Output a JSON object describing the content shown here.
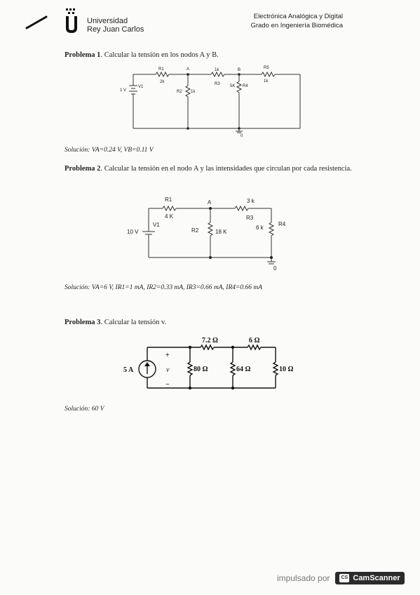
{
  "header": {
    "uni_line1": "Universidad",
    "uni_line2": "Rey Juan Carlos",
    "course_line1": "Electrónica Analógica y Digital",
    "course_line2": "Grado en Ingeniería Biomédica"
  },
  "problems": [
    {
      "label": "Problema 1",
      "text": ". Calcular la tensión en los nodos A y B.",
      "circuit": {
        "r1": "R1",
        "r1_val": "2k",
        "node_a": "A",
        "r_mid_val": "1k",
        "node_b": "B",
        "r5": "R5",
        "r5_val": "1k",
        "r3": "R3",
        "r2": "R2",
        "r2_val": "1k",
        "r4": "R4",
        "r4_val": "5K",
        "v1": "V1",
        "v1_val": "1 V",
        "ground": "0"
      },
      "solution": "Solución: VA=0.24 V, VB=0.11 V"
    },
    {
      "label": "Problema 2",
      "text": ". Calcular la tensión en el nodo A y las intensidades que circulan por cada resistencia.",
      "circuit": {
        "r1": "R1",
        "r1_val": "4 K",
        "node_a": "A",
        "r3_val": "3 k",
        "r3": "R3",
        "r2": "R2",
        "r2_val": "18 K",
        "r4": "R4",
        "r4_val": "6 k",
        "v1": "V1",
        "v1_val": "10 V",
        "ground": "0"
      },
      "solution": "Solución: VA=6 V, IR1=1 mA, IR2=0.33 mA, IR3=0.66 mA, IR4=0.66 mA"
    },
    {
      "label": "Problema 3",
      "text": ". Calcular la tensión v.",
      "circuit": {
        "source": "5 A",
        "plus": "+",
        "v": "v",
        "minus": "−",
        "r_top1": "7.2 Ω",
        "r_top2": "6 Ω",
        "r1": "80 Ω",
        "r2": "64 Ω",
        "r3": "10 Ω"
      },
      "solution": "Solución: 60 V"
    }
  ],
  "watermark": {
    "text": "impulsado por",
    "brand": "CamScanner",
    "logo": "CS"
  }
}
